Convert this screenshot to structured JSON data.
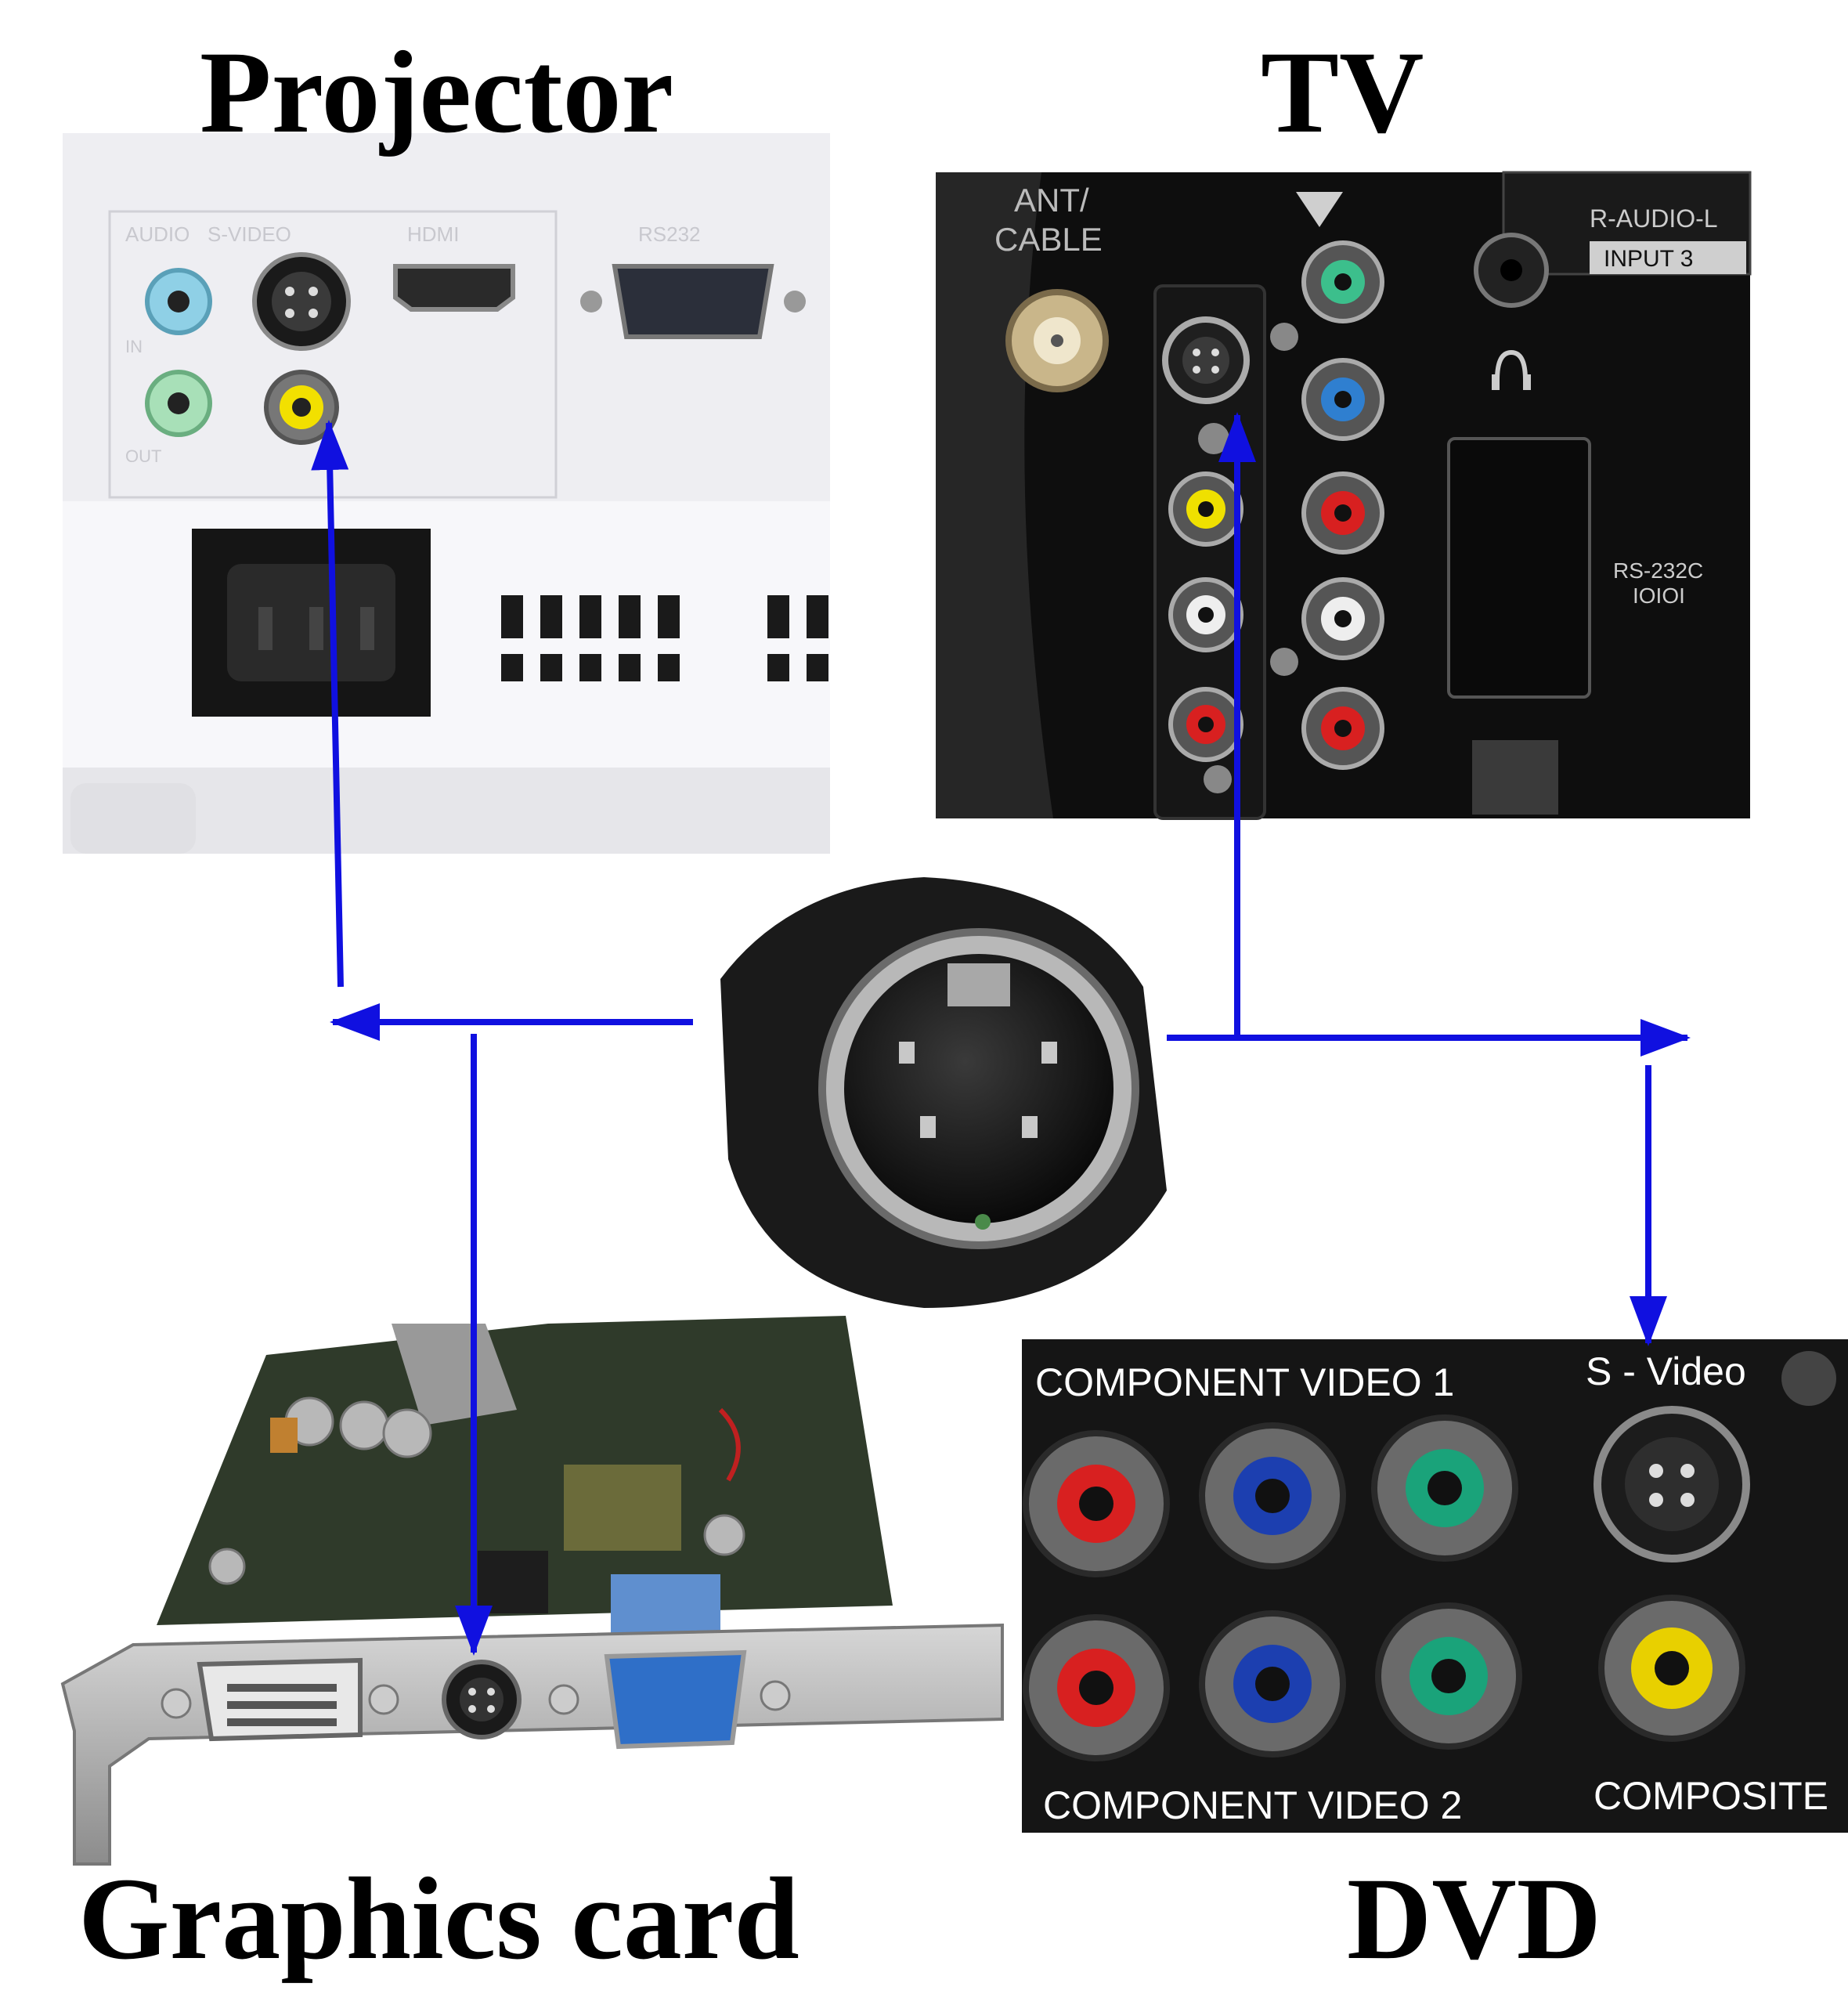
{
  "labels": {
    "projector": "Projector",
    "tv": "TV",
    "graphics_card": "Graphics card",
    "dvd": "DVD"
  },
  "projector_panel": {
    "port_labels": [
      "AUDIO",
      "S-VIDEO",
      "HDMI",
      "RS232"
    ],
    "small_labels": [
      "IN",
      "OUT"
    ]
  },
  "tv_panel": {
    "port_labels": [
      "ANT/",
      "CABLE",
      "R-AUDIO-L",
      "INPUT 3",
      "RS-232C",
      "IOIOI"
    ]
  },
  "dvd_panel": {
    "labels": [
      "COMPONENT VIDEO 1",
      "S - Video",
      "COMPONENT VIDEO 2",
      "COMPOSITE"
    ]
  },
  "colors": {
    "arrow": "#1010e0",
    "label": "#000000",
    "rca_red": "#d42020",
    "rca_green": "#1aa37a",
    "rca_blue": "#1c3fb0",
    "rca_yellow": "#e8d000",
    "rca_white": "#e8e8e8"
  },
  "connections": [
    {
      "from": "S-Video connector",
      "to": "Projector"
    },
    {
      "from": "S-Video connector",
      "to": "TV"
    },
    {
      "from": "S-Video connector",
      "to": "Graphics card"
    },
    {
      "from": "S-Video connector",
      "to": "DVD"
    }
  ]
}
